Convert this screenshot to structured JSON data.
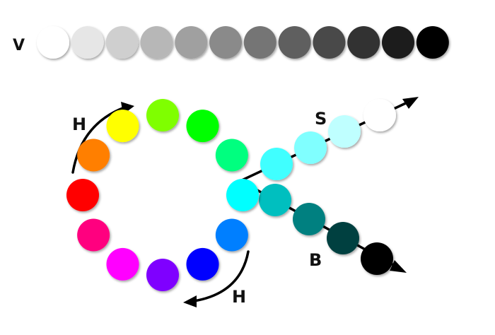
{
  "labels": {
    "value": "V",
    "hue_top": "H",
    "hue_bottom": "H",
    "saturation": "S",
    "brightness": "B"
  },
  "value_scale": [
    "#ffffff",
    "#e6e6e6",
    "#cfcfcf",
    "#b7b7b7",
    "#a0a0a0",
    "#8a8a8a",
    "#747474",
    "#5e5e5e",
    "#484848",
    "#333333",
    "#1c1c1c",
    "#000000"
  ],
  "hue_wheel": [
    "#00ffff",
    "#007fff",
    "#0000ff",
    "#7f00ff",
    "#ff00ff",
    "#ff007f",
    "#ff0000",
    "#ff7f00",
    "#ffff00",
    "#7fff00",
    "#00ff00",
    "#00ff7f"
  ],
  "saturation_scale": [
    "#00ffff",
    "#40ffff",
    "#80ffff",
    "#bfffff",
    "#ffffff"
  ],
  "brightness_scale": [
    "#00ffff",
    "#00bfbf",
    "#008080",
    "#004040",
    "#000000"
  ]
}
